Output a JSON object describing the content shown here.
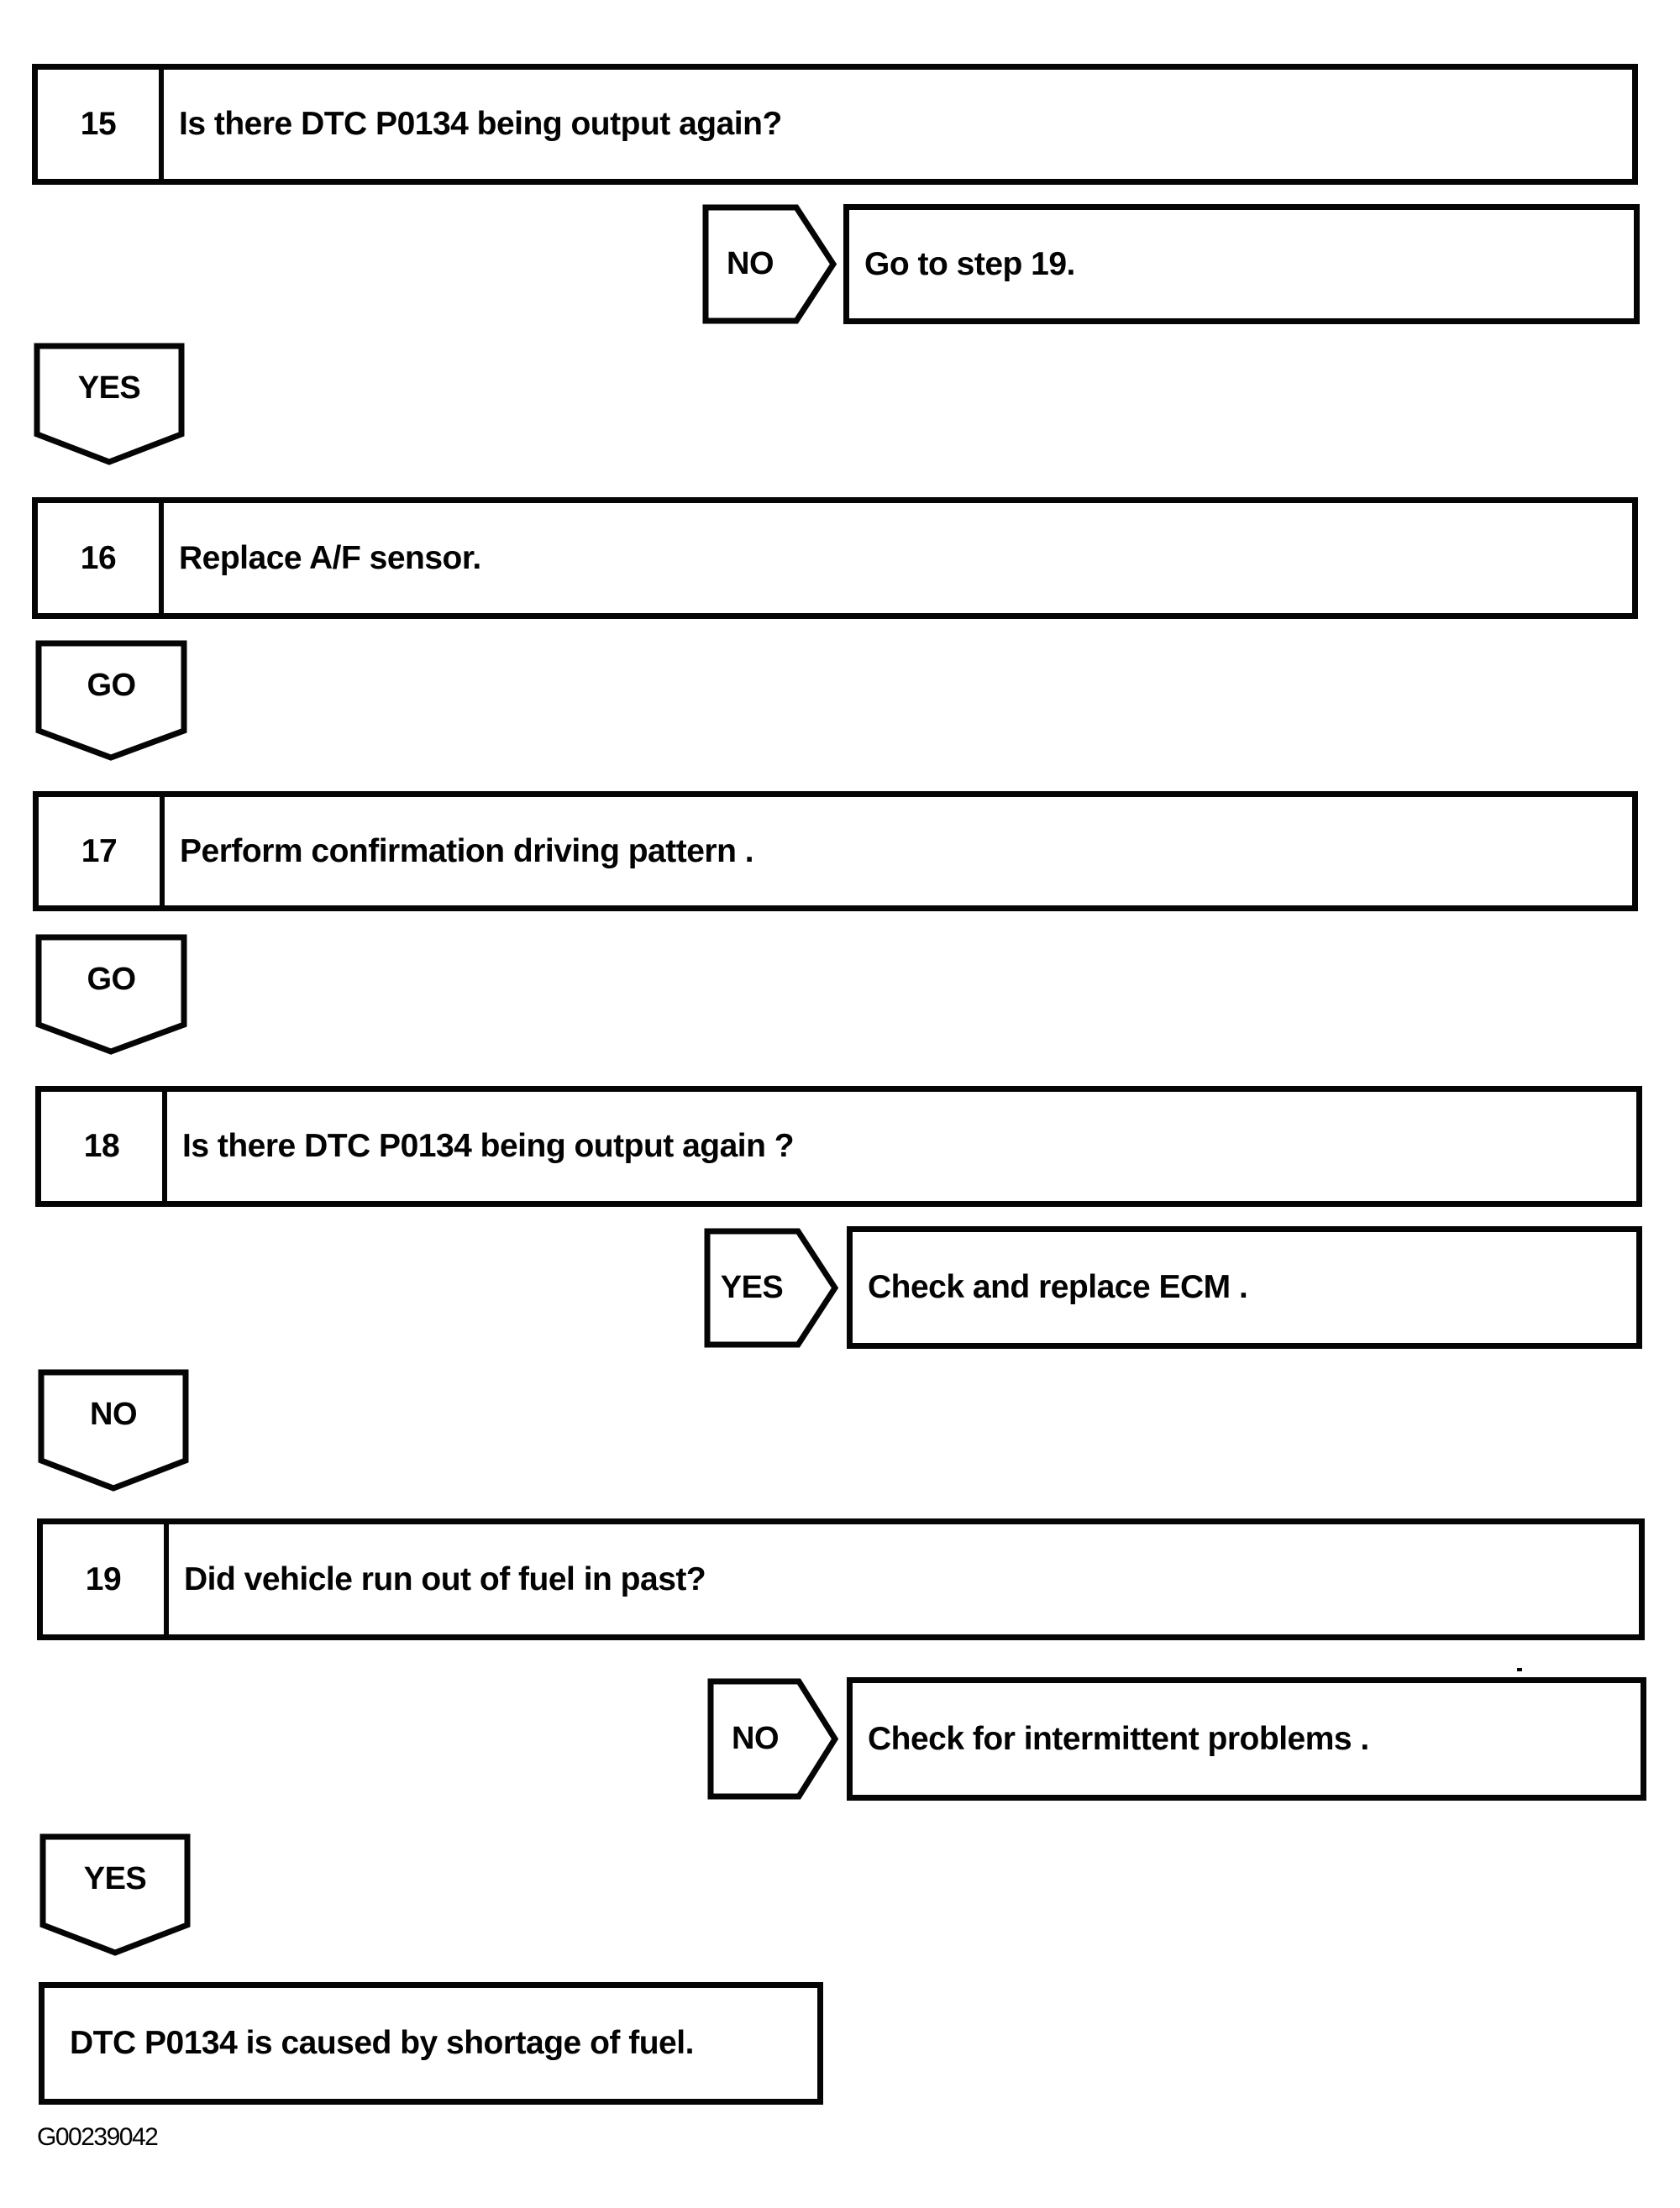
{
  "figure_label": "G00239042",
  "colors": {
    "ink": "#050505",
    "paper": "#ffffff"
  },
  "steps": [
    {
      "number": "15",
      "text": "Is there DTC P0134 being output again?"
    },
    {
      "number": "16",
      "text": "Replace A/F sensor."
    },
    {
      "number": "17",
      "text": "Perform confirmation driving pattern ."
    },
    {
      "number": "18",
      "text": "Is there DTC P0134 being output again ?"
    },
    {
      "number": "19",
      "text": "Did vehicle run out of fuel in past?"
    }
  ],
  "branches": [
    {
      "tag": "NO",
      "action": "Go to step 19."
    },
    {
      "tag": "YES",
      "action": "Check and replace ECM ."
    },
    {
      "tag": "NO",
      "action": "Check for intermittent problems ."
    }
  ],
  "connectors": [
    {
      "tag": "YES"
    },
    {
      "tag": "GO"
    },
    {
      "tag": "GO"
    },
    {
      "tag": "NO"
    },
    {
      "tag": "YES"
    }
  ],
  "result": {
    "text": "DTC P0134 is caused by shortage of fuel."
  }
}
